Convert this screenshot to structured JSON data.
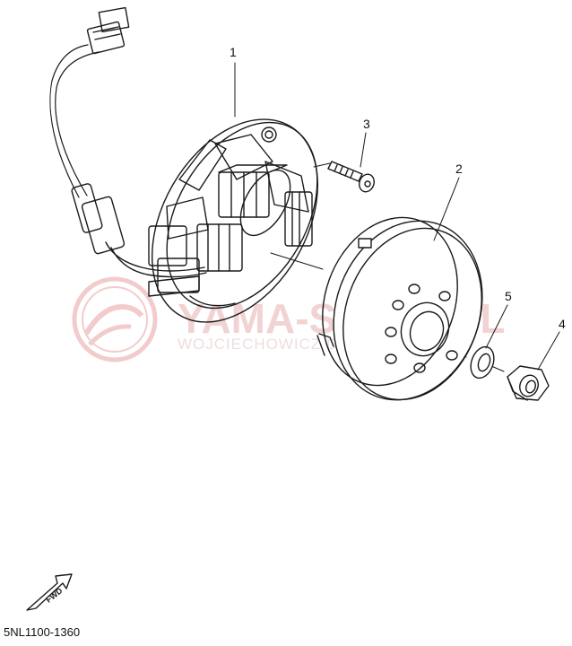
{
  "callouts": [
    {
      "label": "1",
      "part": "stator-assembly"
    },
    {
      "label": "2",
      "part": "rotor-assembly"
    },
    {
      "label": "3",
      "part": "bolt"
    },
    {
      "label": "4",
      "part": "nut"
    },
    {
      "label": "5",
      "part": "washer"
    }
  ],
  "fwd_label": "FWD",
  "diagram_code": "5NL1100-1360",
  "watermark": {
    "main": "YAMA-SKLEP.PL",
    "sub": "WOJCIECHOWICZ DEALER YAMAHA",
    "color": "#e8b4b4"
  },
  "colors": {
    "line": "#1a1a1a"
  }
}
